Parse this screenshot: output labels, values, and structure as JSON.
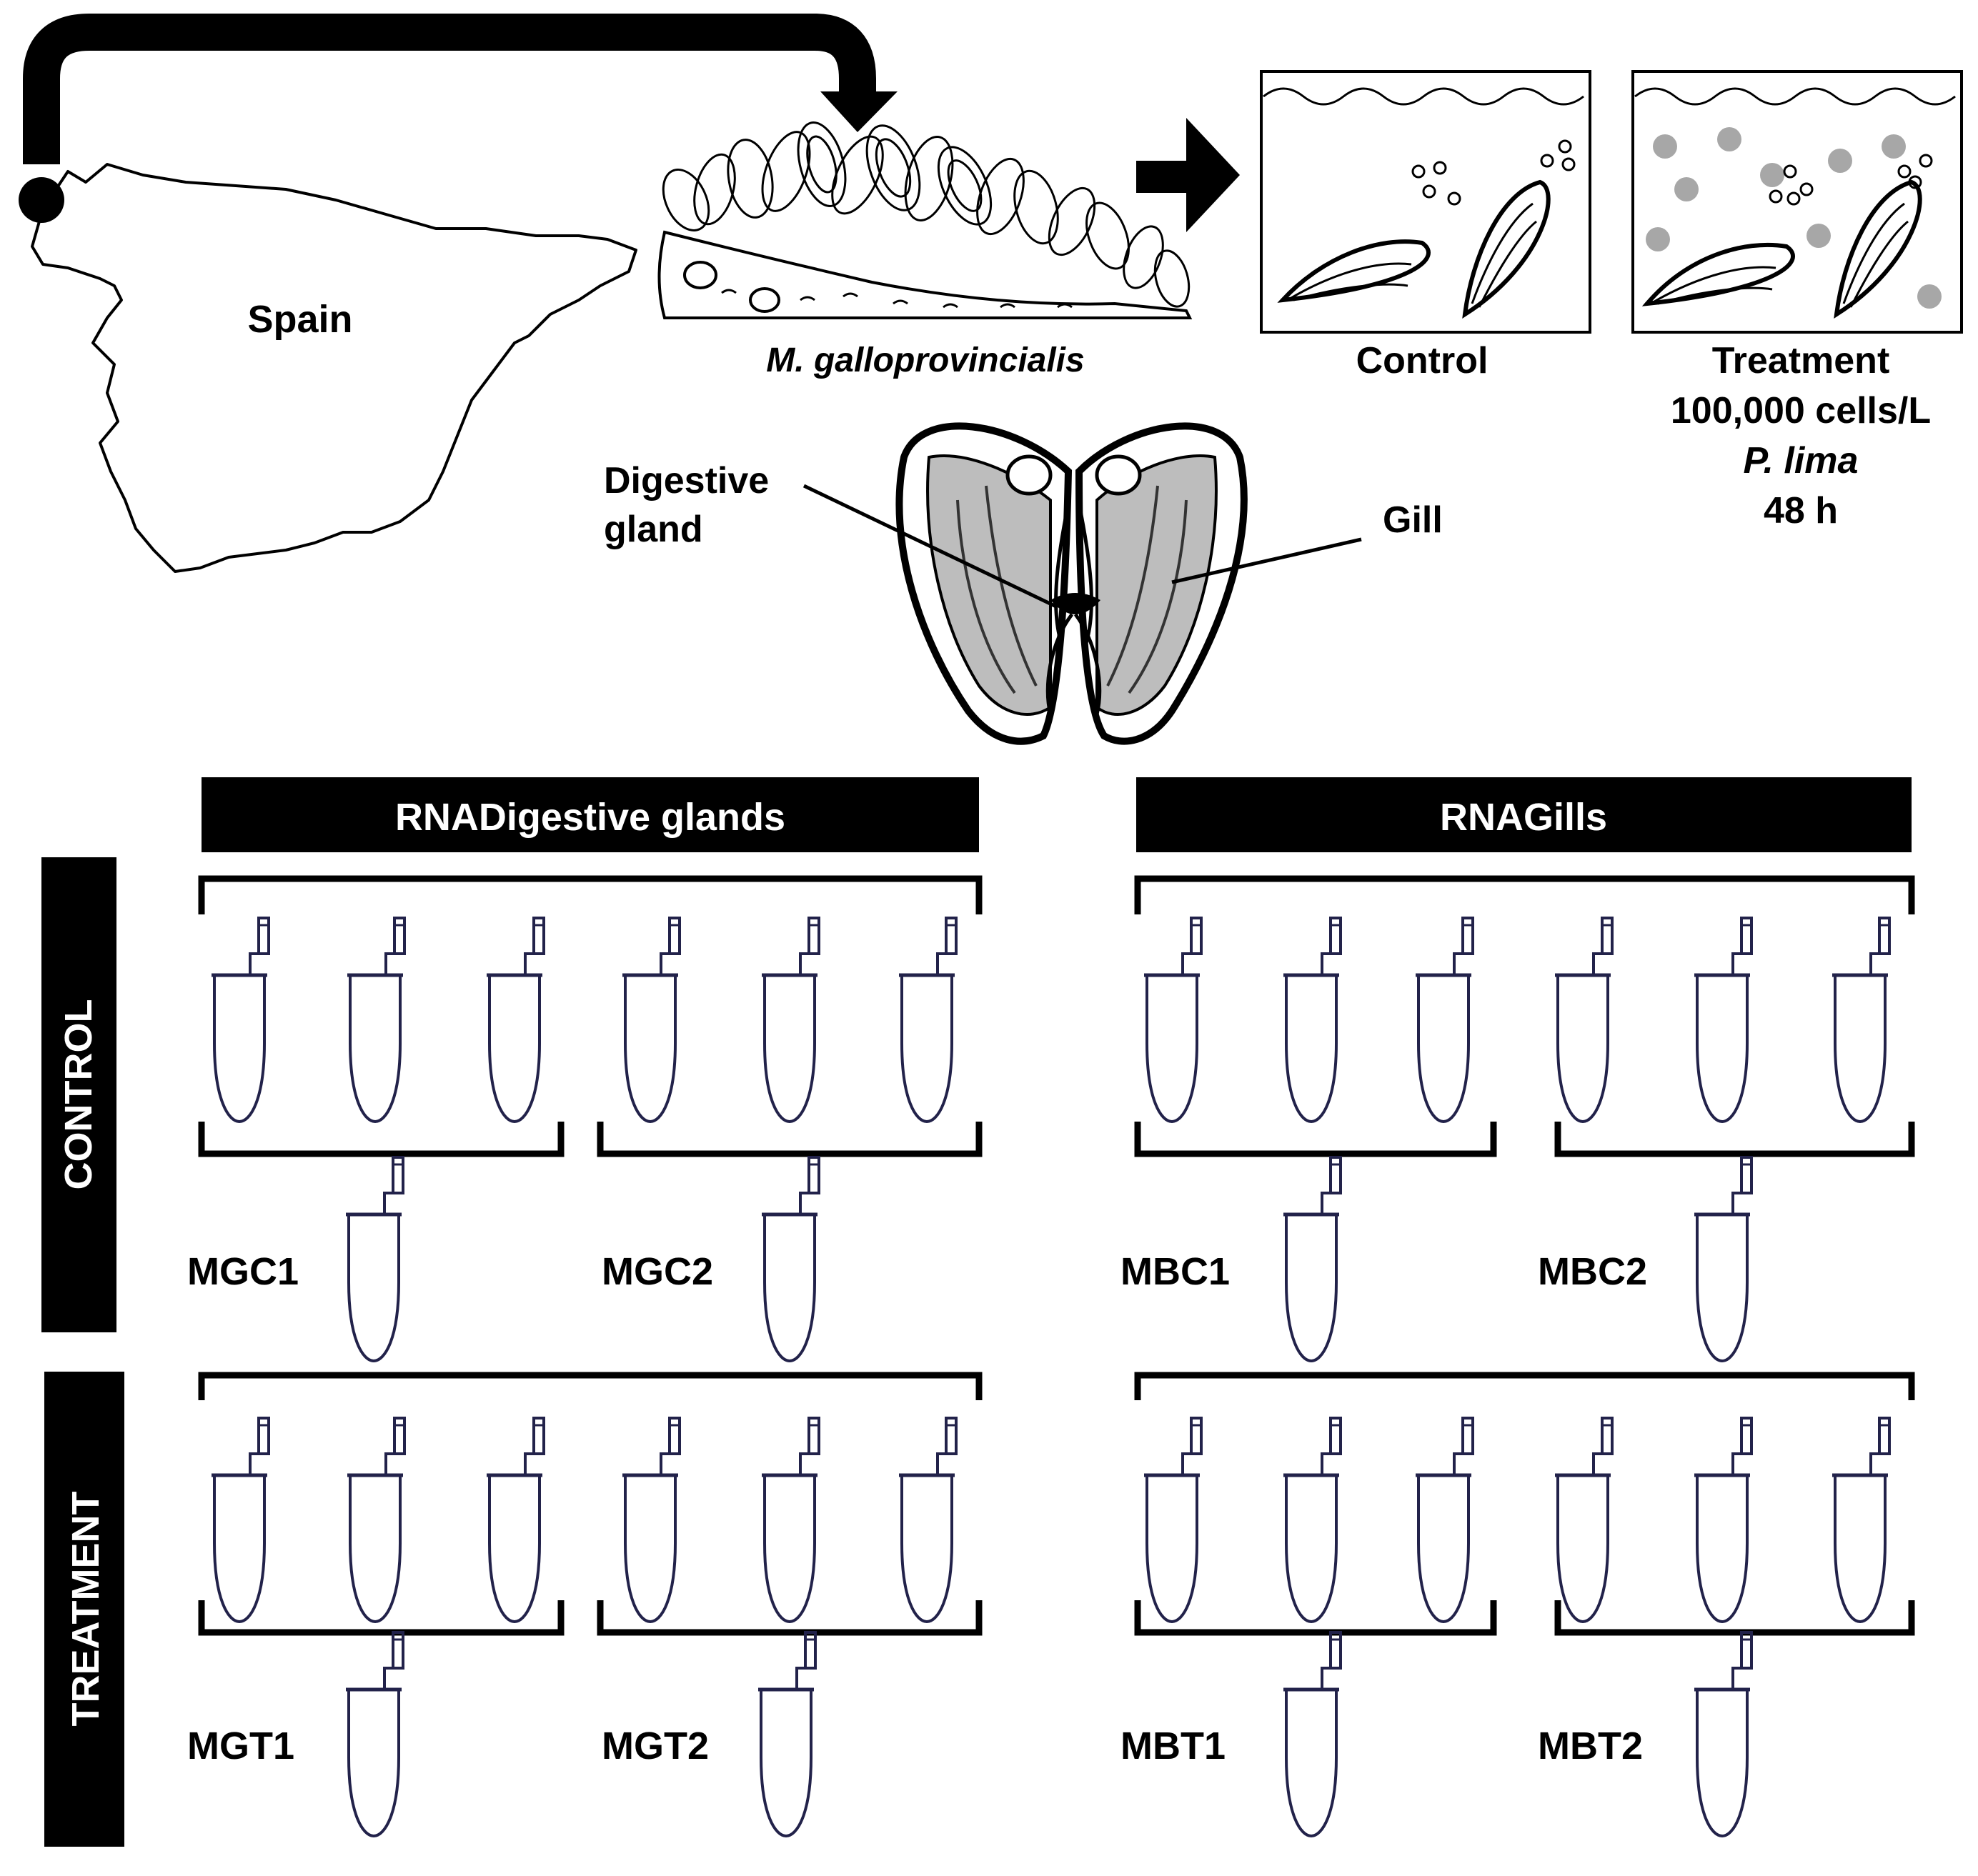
{
  "map": {
    "country": "Spain"
  },
  "collection": {
    "species": "M. galloprovincialis"
  },
  "tanks": {
    "control": {
      "label": "Control"
    },
    "treatment": {
      "label": "Treatment",
      "concentration": "100,000 cells/L",
      "organism": "P. lima",
      "duration": "48 h"
    }
  },
  "anatomy": {
    "digestive_line1": "Digestive",
    "digestive_line2": "gland",
    "gill": "Gill"
  },
  "headers": {
    "digestive": "RNADigestive glands",
    "gills": "RNAGills"
  },
  "rows": {
    "control": "CONTROL",
    "treatment": "TREATMENT"
  },
  "pools": {
    "mgc1": "MGC1",
    "mgc2": "MGC2",
    "mbc1": "MBC1",
    "mbc2": "MBC2",
    "mgt1": "MGT1",
    "mgt2": "MGT2",
    "mbt1": "MBT1",
    "mbt2": "MBT2"
  },
  "colors": {
    "ink": "#000000",
    "tube": "#22224a",
    "speck": "#8a8a8a"
  }
}
